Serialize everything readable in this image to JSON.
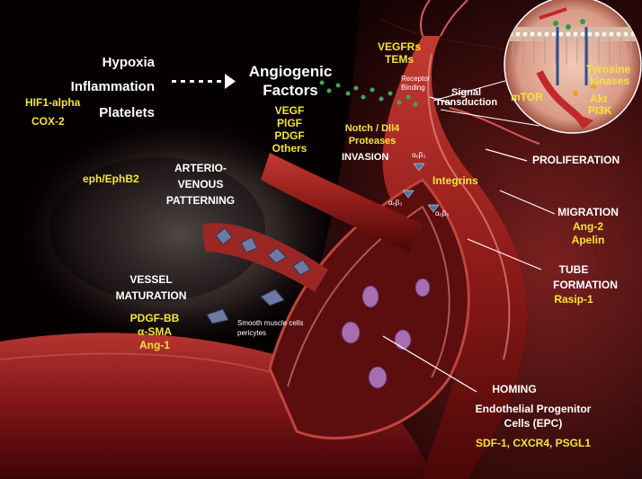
{
  "stimuli": {
    "line1": "Hypoxia",
    "line2": "Inflammation",
    "line3": "Platelets"
  },
  "stimuli_markers": {
    "line1": "HIF1-alpha",
    "line2": "COX-2"
  },
  "angiogenic": {
    "title1": "Angiogenic",
    "title2": "Factors",
    "f1": "VEGF",
    "f2": "PlGF",
    "f3": "PDGF",
    "f4": "Others"
  },
  "receptors": {
    "line1": "VEGFRs",
    "line2": "TEMs"
  },
  "receptor_binding": {
    "line1": "Receptor",
    "line2": "Binding"
  },
  "signal": {
    "line1": "Signal",
    "line2": "Transduction"
  },
  "kinases": {
    "tyrosine1": "Tyrosine",
    "tyrosine2": "kinases",
    "akt": "Akt",
    "pi3k": "PI3K",
    "mtor": "mTOR"
  },
  "notch": {
    "line1": "Notch / Dll4",
    "line2": "Proteases"
  },
  "invasion": "INVASION",
  "alpha_labels": {
    "a1": "αₑβ₃",
    "a2": "αₑβ₃",
    "a3": "αₑβ₅"
  },
  "integrins": "Integrins",
  "proliferation": "PROLIFERATION",
  "eph": "eph/EphB2",
  "av_patterning": {
    "line1": "ARTERIO-",
    "line2": "VENOUS",
    "line3": "PATTERNING"
  },
  "migration": {
    "title": "MIGRATION",
    "m1": "Ang-2",
    "m2": "Apelin"
  },
  "tube": {
    "line1": "TUBE",
    "line2": "FORMATION",
    "marker": "Rasip-1"
  },
  "maturation": {
    "line1": "VESSEL",
    "line2": "MATURATION",
    "m1": "PDGF-BB",
    "m2": "α-SMA",
    "m3": "Ang-1"
  },
  "smooth_muscle": {
    "line1": "Smooth muscle cells",
    "line2": "pericytes"
  },
  "homing": {
    "title": "HOMING",
    "line1": "Endothelial Progenitor",
    "line2": "Cells (EPC)",
    "markers": "SDF-1, CXCR4, PSGL1"
  }
}
